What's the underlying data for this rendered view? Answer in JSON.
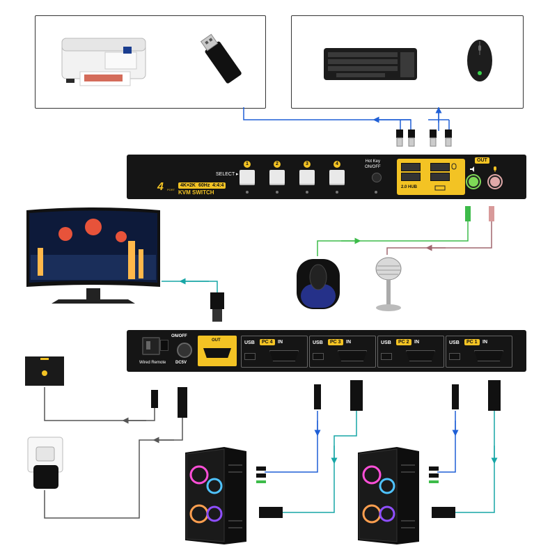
{
  "front_panel": {
    "select_label": "SELECT ▸",
    "buttons": [
      "1",
      "2",
      "3",
      "4"
    ],
    "hotkey_label": "Hot Key\nON/OFF",
    "hub_label": "2.0 HUB",
    "out_label": "OUT",
    "brand_number": "4",
    "brand_sub": "PORT",
    "spec_badges": [
      "4K×2K",
      "60Hz",
      "4:4:4"
    ],
    "model_label": "KVM SWITCH"
  },
  "rear_panel": {
    "power_label": "ON/OFF",
    "remote_label": "Wired Remote",
    "dc_label": "DC5V",
    "out_label": "OUT",
    "usb_label": "USB",
    "inputs": [
      {
        "pc": "PC 4",
        "in": "IN"
      },
      {
        "pc": "PC 3",
        "in": "IN"
      },
      {
        "pc": "PC 2",
        "in": "IN"
      },
      {
        "pc": "PC 1",
        "in": "IN"
      }
    ]
  },
  "colors": {
    "blue": "#1f5fd6",
    "cyan": "#17a6a6",
    "green": "#3dbb4a",
    "mauve": "#a0666f",
    "gray": "#555555",
    "accent_yellow": "#f3c324"
  }
}
